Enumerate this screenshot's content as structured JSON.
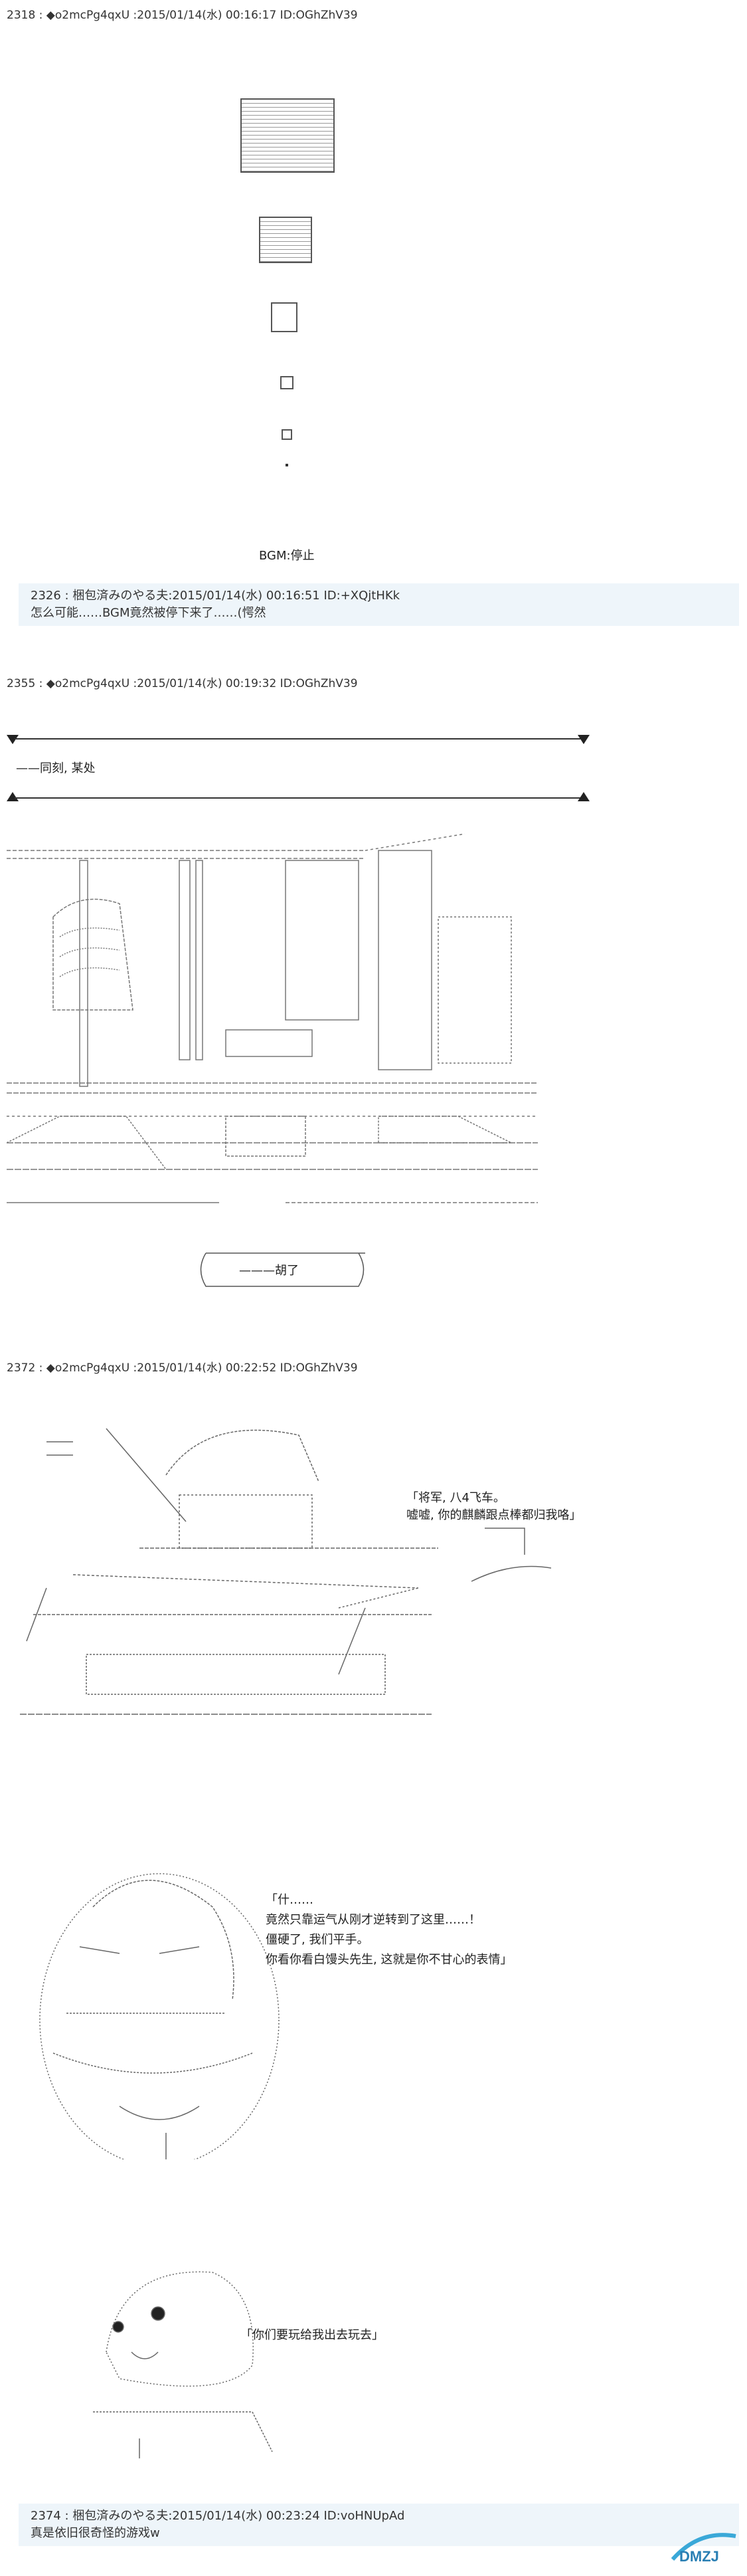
{
  "posts": [
    {
      "header": "2318 : ◆o2mcPg4qxU :2015/01/14(水) 00:16:17 ID:OGhZhV39"
    },
    {
      "header": "2355 : ◆o2mcPg4qxU :2015/01/14(水) 00:19:32 ID:OGhZhV39"
    },
    {
      "header": "2372 : ◆o2mcPg4qxU :2015/01/14(水) 00:22:52 ID:OGhZhV39"
    }
  ],
  "replies": [
    {
      "header": "2326 : 梱包済みのやる夫:2015/01/14(水) 00:16:51 ID:+XQjtHKk",
      "text": "怎么可能……BGM竟然被停下来了……(愕然"
    },
    {
      "header": "2374 : 梱包済みのやる夫:2015/01/14(水) 00:23:24 ID:voHNUpAd",
      "text": "真是依旧很奇怪的游戏w"
    }
  ],
  "bgm_label": "BGM:停止",
  "scene_title": "——同刻, 某处",
  "box_text": "———胡了",
  "dialog1": [
    "「将军, 八4飞车。",
    "嘘嘘, 你的麒麟跟点棒都归我咯」"
  ],
  "dialog2": [
    "「什……",
    "竟然只靠运气从刚才逆转到了这里……！",
    "僵硬了, 我们平手。",
    "你看你看白馒头先生, 这就是你不甘心的表情」"
  ],
  "dialog3": "「你们要玩给我出去玩去」",
  "watermark": "DMZJ"
}
